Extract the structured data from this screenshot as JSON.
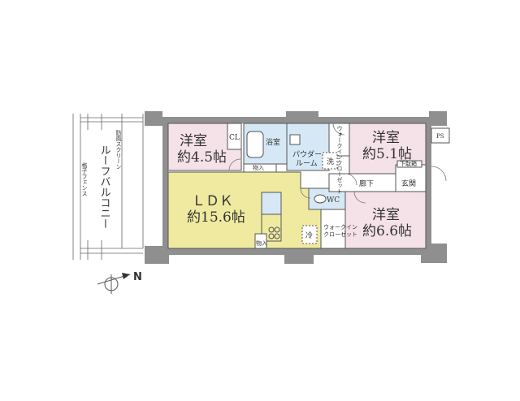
{
  "rooms": {
    "western1": {
      "name": "洋室",
      "size": "約4.5帖"
    },
    "western2": {
      "name": "洋室",
      "size": "約5.1帖"
    },
    "western3": {
      "name": "洋室",
      "size": "約6.6帖"
    },
    "ldk": {
      "name": "ＬＤＫ",
      "size": "約15.6帖"
    },
    "bath": "浴室",
    "powder": "パウダー\nルーム",
    "powder_l1": "パウダー",
    "powder_l2": "ルーム",
    "wash": "洗",
    "wc": "WC",
    "corridor": "廊下",
    "entrance": "玄関",
    "shoes": "下駄箱",
    "storage": "物入",
    "storage2": "物入",
    "cl": "CL",
    "fridge": "冷",
    "walkin": "ウォークイン\nクローゼット",
    "walkin_l1": "ウォークイン",
    "walkin_l2": "クローゼット",
    "walkin_small": "ウォークインクローゼット",
    "ps": "PS"
  },
  "balcony": {
    "name": "ルーフバルコニー",
    "screen": "防風スクリーン",
    "fence": "格子フェンス"
  },
  "compass": {
    "label": "N"
  },
  "colors": {
    "bedroom": "#f5e1e8",
    "ldk": "#efeaa0",
    "wet": "#d6e8f5",
    "wall": "#8a8a8a",
    "line": "#555555"
  }
}
